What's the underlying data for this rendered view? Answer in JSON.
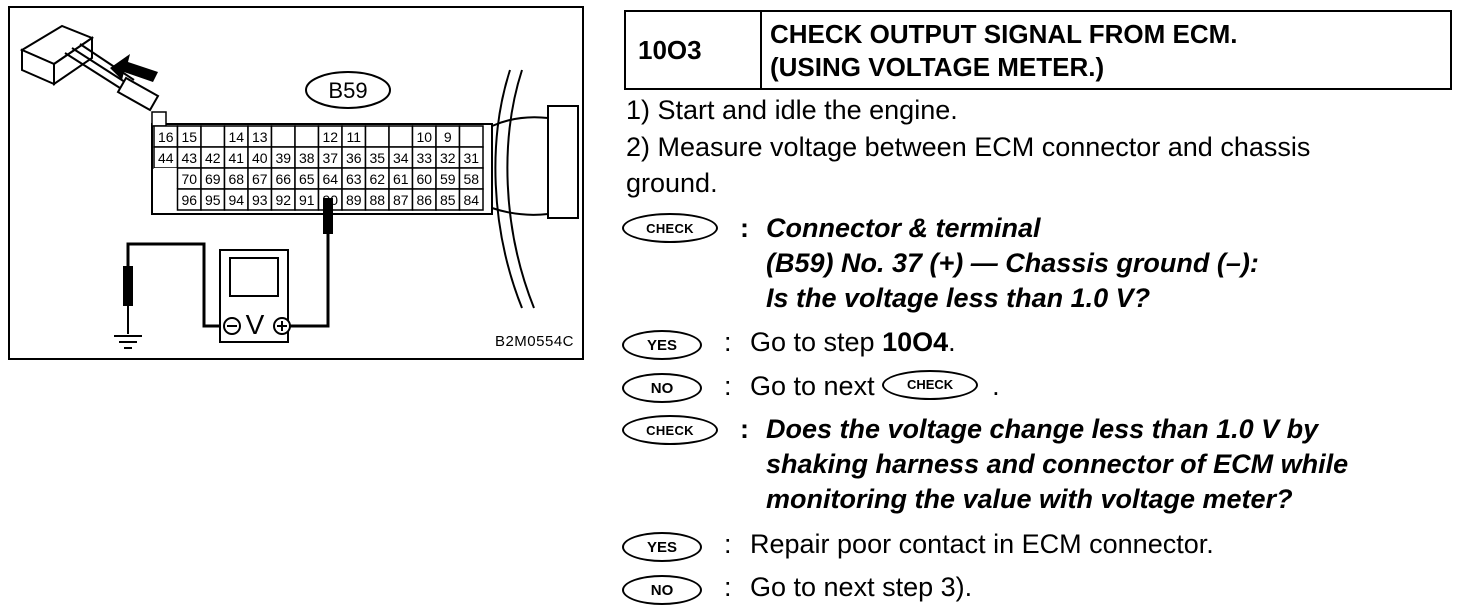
{
  "figure": {
    "connector_label": "B59",
    "code": "B2M0554C",
    "pins_row1": [
      "16",
      "15",
      "",
      "14",
      "13",
      "",
      "",
      "12",
      "11",
      "",
      "",
      "10",
      "9",
      ""
    ],
    "pins_row2": [
      "44",
      "43",
      "42",
      "41",
      "40",
      "39",
      "38",
      "37",
      "36",
      "35",
      "34",
      "33",
      "32",
      "31"
    ],
    "pins_row3": [
      "",
      "70",
      "69",
      "68",
      "67",
      "66",
      "65",
      "64",
      "63",
      "62",
      "61",
      "60",
      "59",
      "58"
    ],
    "pins_row4": [
      "",
      "96",
      "95",
      "94",
      "93",
      "92",
      "91",
      "90",
      "89",
      "88",
      "87",
      "86",
      "85",
      "84"
    ],
    "meter_symbol": "V"
  },
  "step": {
    "number": "10O3",
    "title_line1": "CHECK OUTPUT SIGNAL FROM ECM.",
    "title_line2": "(USING VOLTAGE METER.)"
  },
  "instructions": {
    "i1": "1)  Start and idle the engine.",
    "i2a": "2)  Measure voltage between ECM connector and chassis",
    "i2b": "ground."
  },
  "badges": {
    "check": "CHECK",
    "yes": "YES",
    "no": "NO"
  },
  "check1": {
    "line1": "Connector & terminal",
    "line2": "(B59) No. 37 (+) — Chassis ground (–):",
    "line3": "Is the voltage less than 1.0 V?"
  },
  "yes1": {
    "text": "Go to step ",
    "step": "10O4",
    "end": "."
  },
  "no1": {
    "text": "Go to next ",
    "end": "."
  },
  "check2": {
    "line1": "Does the voltage change less than 1.0 V by",
    "line2": "shaking harness and connector of ECM while",
    "line3": "monitoring the value with voltage meter?"
  },
  "yes2": {
    "text": "Repair poor contact in ECM connector."
  },
  "no2": {
    "text": "Go to next step 3)."
  },
  "colon": ":"
}
